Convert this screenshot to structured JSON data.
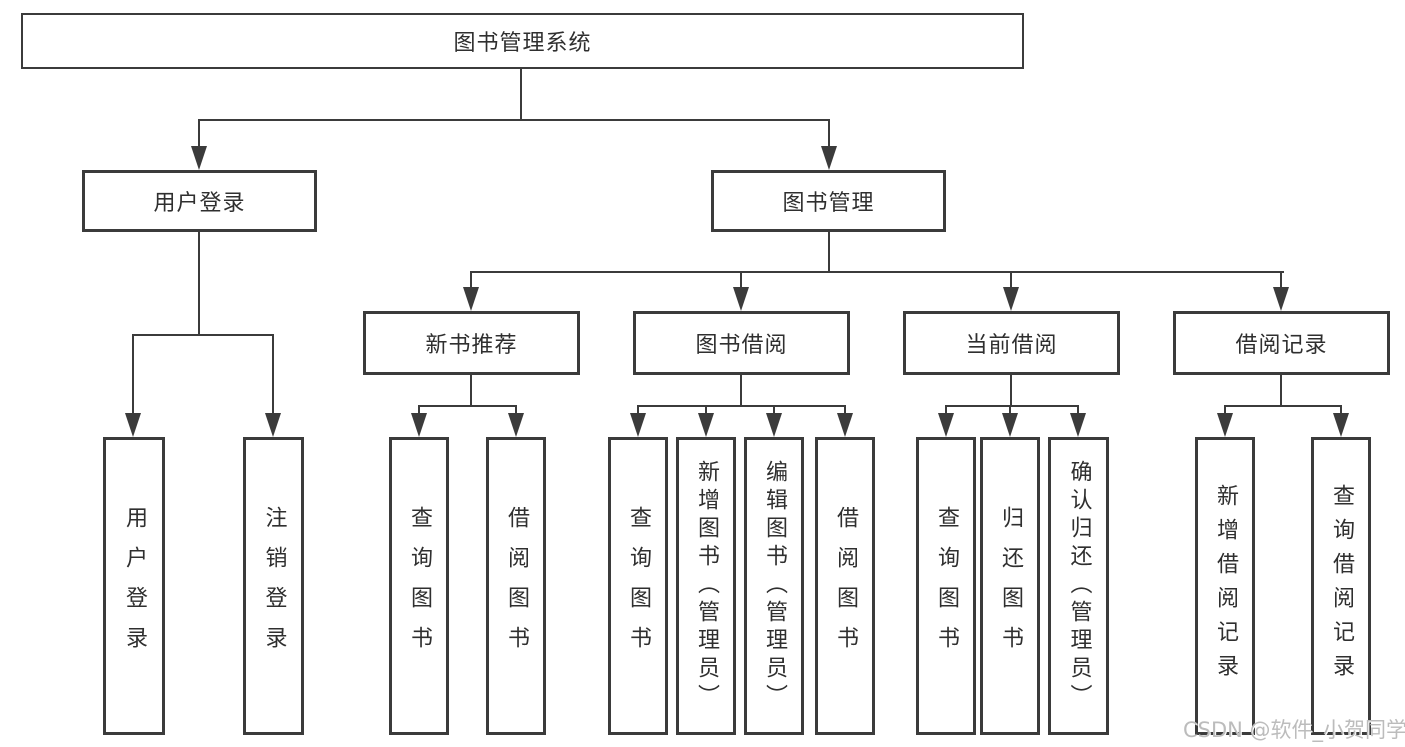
{
  "colors": {
    "line": "#3b3b3b",
    "box_border": "#3b3b3b",
    "text": "#2f2f2f",
    "background": "#ffffff",
    "watermark": "#bcbcbc"
  },
  "tree": {
    "label": "图书管理系统",
    "children": [
      {
        "label": "用户登录",
        "children": [
          {
            "label": "用户登录"
          },
          {
            "label": "注销登录"
          }
        ]
      },
      {
        "label": "图书管理",
        "children": [
          {
            "label": "新书推荐",
            "children": [
              {
                "label": "查询图书"
              },
              {
                "label": "借阅图书"
              }
            ]
          },
          {
            "label": "图书借阅",
            "children": [
              {
                "label": "查询图书"
              },
              {
                "label": "新增图书（管理员）"
              },
              {
                "label": "编辑图书（管理员）"
              },
              {
                "label": "借阅图书"
              }
            ]
          },
          {
            "label": "当前借阅",
            "children": [
              {
                "label": "查询图书"
              },
              {
                "label": "归还图书"
              },
              {
                "label": "确认归还（管理员）"
              }
            ]
          },
          {
            "label": "借阅记录",
            "children": [
              {
                "label": "新增借阅记录"
              },
              {
                "label": "查询借阅记录"
              }
            ]
          }
        ]
      }
    ]
  },
  "watermark": {
    "text": "CSDN @软件_小贺同学"
  }
}
